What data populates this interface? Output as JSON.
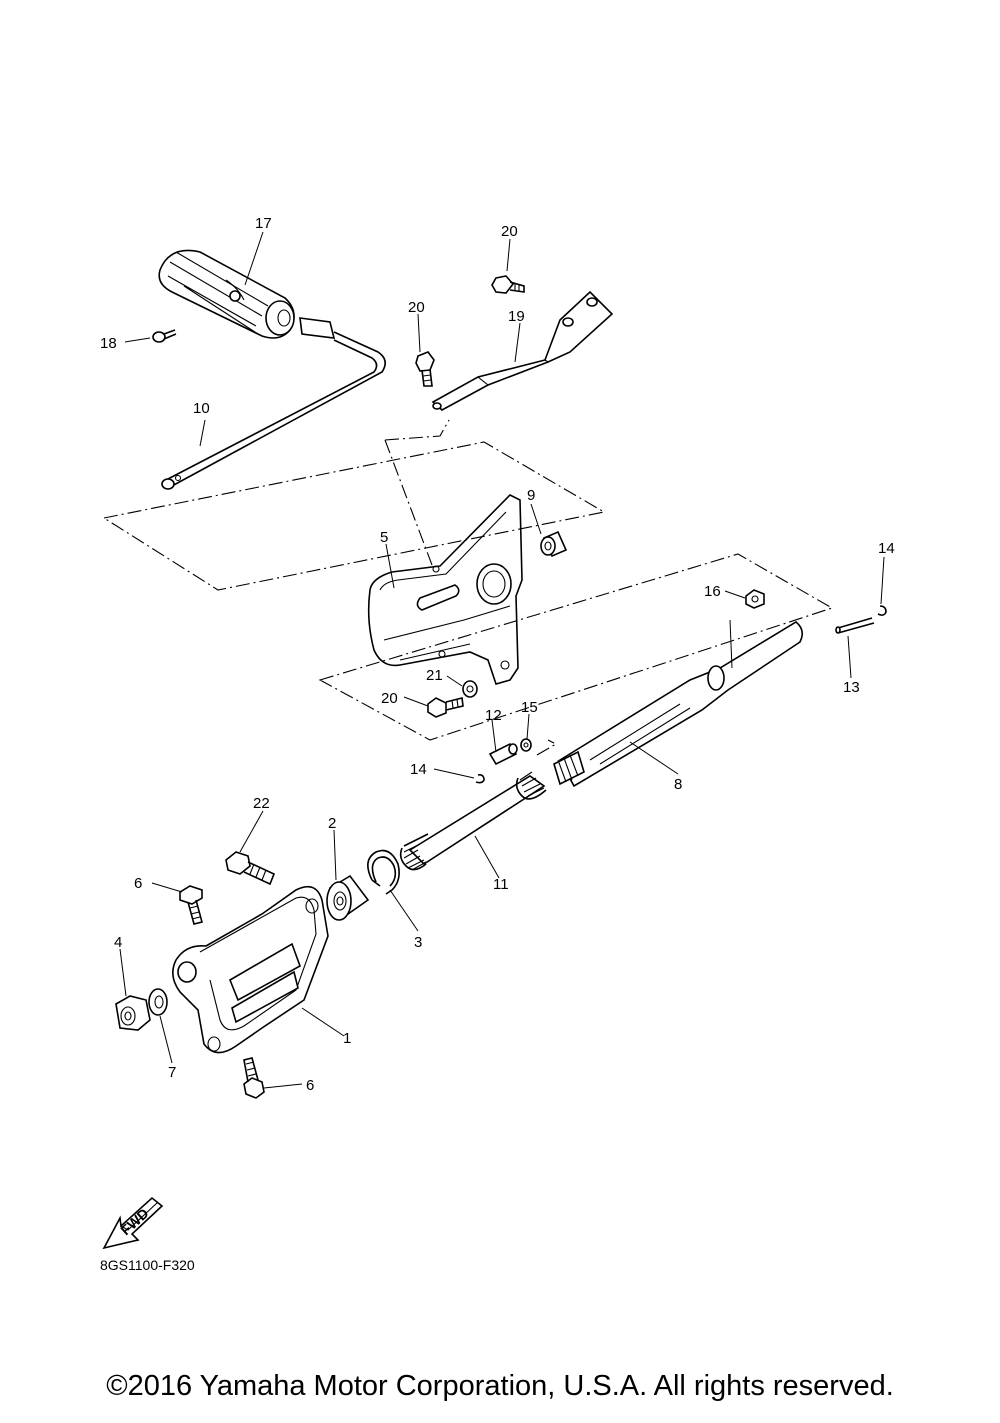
{
  "diagram": {
    "labels": {
      "p1": "1",
      "p2": "2",
      "p3": "3",
      "p4": "4",
      "p5": "5",
      "p6a": "6",
      "p6b": "6",
      "p7": "7",
      "p8": "8",
      "p9": "9",
      "p10": "10",
      "p11": "11",
      "p12": "12",
      "p13": "13",
      "p14a": "14",
      "p14b": "14",
      "p15": "15",
      "p16": "16",
      "p17": "17",
      "p18": "18",
      "p19": "19",
      "p20a": "20",
      "p20b": "20",
      "p20c": "20",
      "p21": "21",
      "p22": "22"
    },
    "fwd_label": "FWD",
    "diagram_code": "8GS1100-F320"
  },
  "footer": {
    "copyright": "©2016 Yamaha Motor Corporation, U.S.A. All rights reserved."
  }
}
